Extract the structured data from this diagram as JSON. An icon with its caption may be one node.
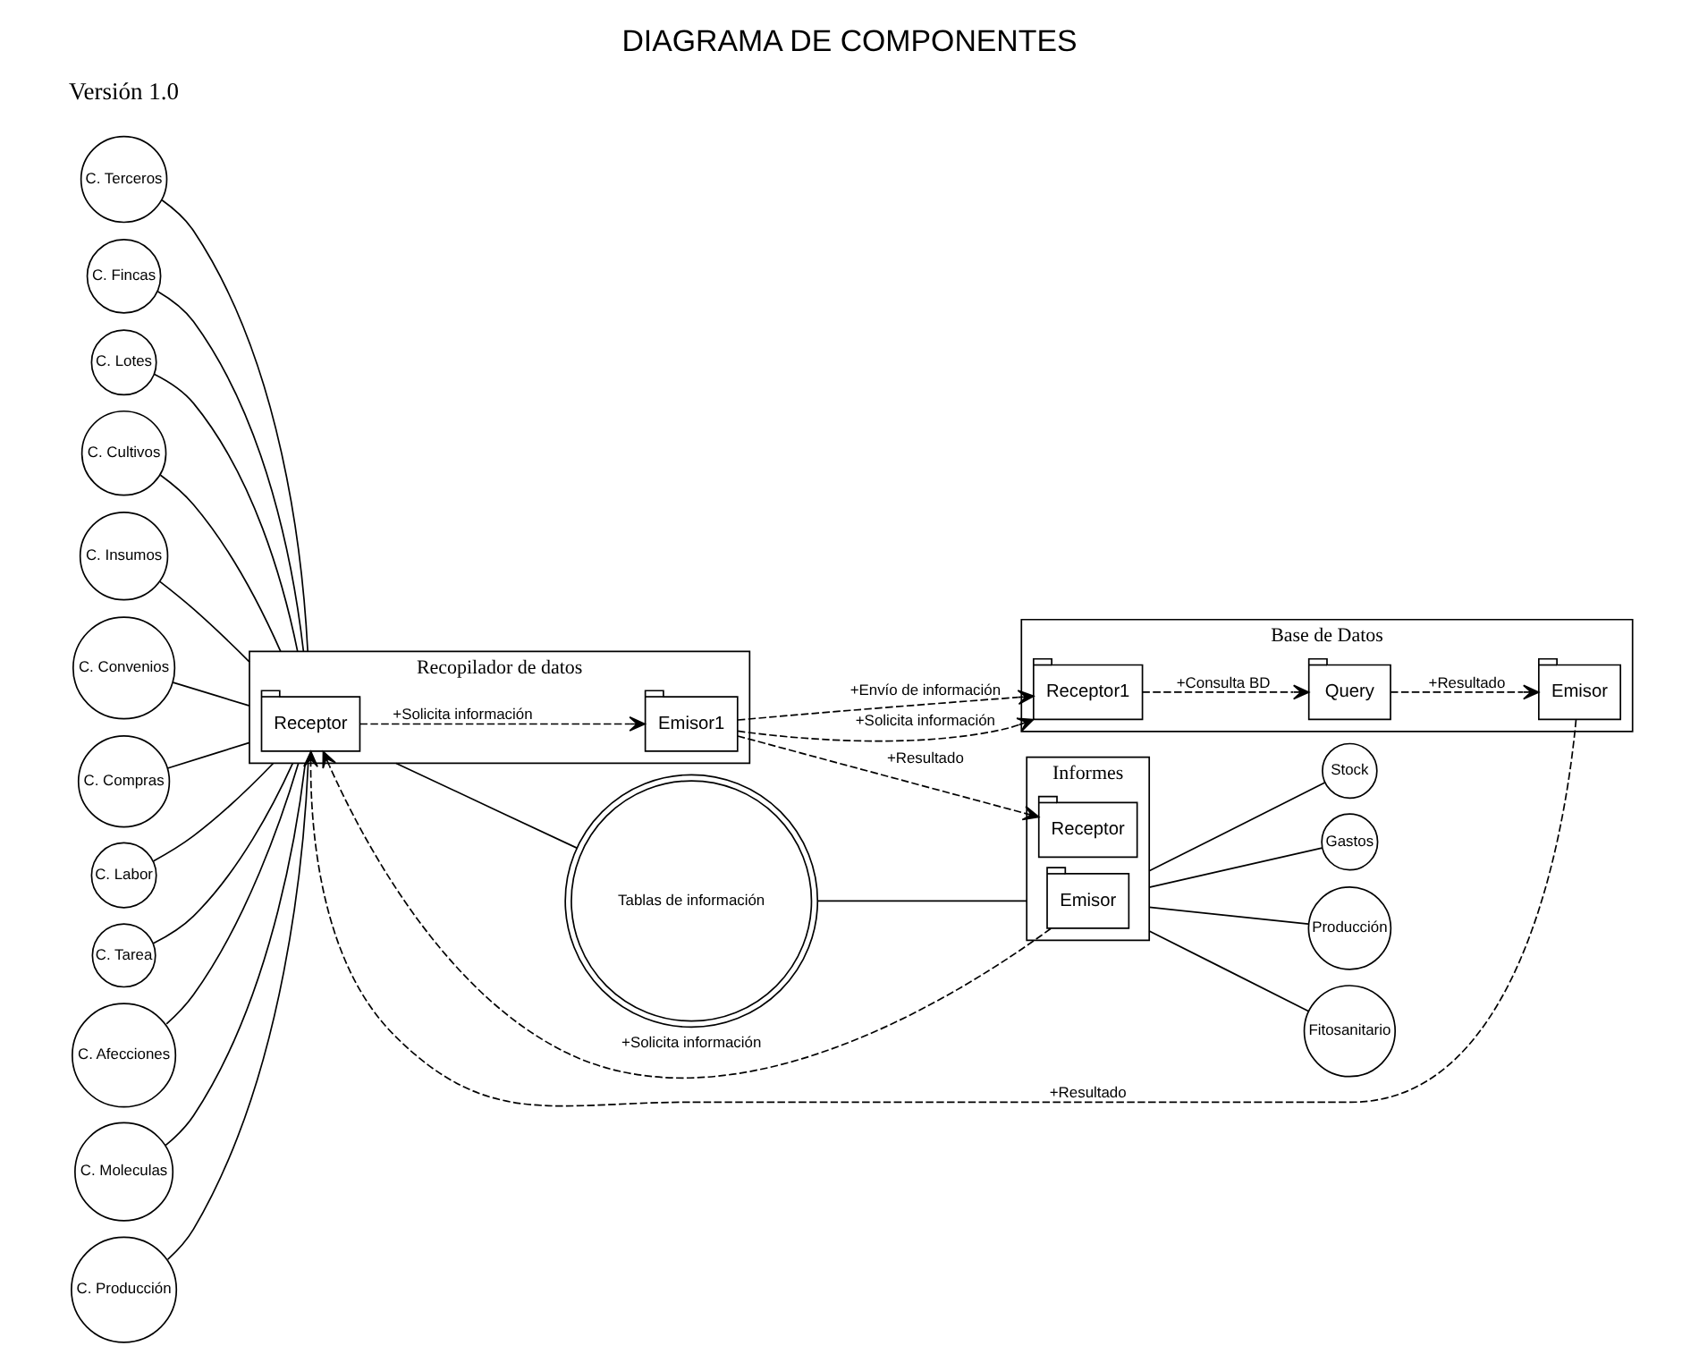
{
  "diagram": {
    "title": "DIAGRAMA DE COMPONENTES",
    "nodes": [
      {
        "text": [
          "Recopilador de datos"
        ]
      },
      {
        "text": [
          "Receptor"
        ],
        "in": 0
      },
      {
        "text": [
          "Emisor1"
        ],
        "in": 0
      },
      {
        "text": [
          "Informes"
        ]
      },
      {
        "text": [
          "Emisor"
        ],
        "in": 3
      },
      {
        "text": [
          "Receptor"
        ],
        "in": 3
      },
      {
        "text": [
          "Base de Datos"
        ]
      },
      {
        "text": [
          "Receptor1"
        ],
        "in": 6
      },
      {
        "text": [
          "Query"
        ],
        "in": 6
      },
      {
        "text": [
          "Emisor"
        ],
        "in": 6
      },
      {
        "text": [
          "Tablas de información"
        ]
      },
      {
        "text": [
          "C. Terceros"
        ]
      },
      {
        "text": [
          "C. Fincas"
        ]
      },
      {
        "text": [
          "C. Lotes"
        ]
      },
      {
        "text": [
          "C. Cultivos"
        ]
      },
      {
        "text": [
          "C. Insumos"
        ]
      },
      {
        "text": [
          "C. Convenios"
        ]
      },
      {
        "text": [
          "C. Compras"
        ]
      },
      {
        "text": [
          "C. Labor"
        ]
      },
      {
        "text": [
          "C. Tarea"
        ]
      },
      {
        "text": [
          "C. Afecciones"
        ]
      },
      {
        "text": [
          "C. Moleculas"
        ]
      },
      {
        "text": [
          "C. Producción"
        ]
      },
      {
        "text": [
          "Stock"
        ]
      },
      {
        "text": [
          "Gastos"
        ]
      },
      {
        "text": [
          "Producción"
        ]
      },
      {
        "text": [
          "Fitosanitario"
        ]
      }
    ],
    "edges": [
      {
        "from": 11,
        "to": 0,
        "arrow": "none"
      },
      {
        "from": 12,
        "to": 0,
        "arrow": "none"
      },
      {
        "from": 13,
        "to": 0,
        "arrow": "none"
      },
      {
        "from": 14,
        "to": 0,
        "arrow": "none"
      },
      {
        "from": 15,
        "to": 0,
        "arrow": "none"
      },
      {
        "from": 16,
        "to": 0,
        "arrow": "none"
      },
      {
        "from": 17,
        "to": 0,
        "arrow": "none"
      },
      {
        "from": 18,
        "to": 0,
        "arrow": "none"
      },
      {
        "from": 19,
        "to": 0,
        "arrow": "none"
      },
      {
        "from": 20,
        "to": 0,
        "arrow": "none"
      },
      {
        "from": 21,
        "to": 0,
        "arrow": "none"
      },
      {
        "from": 22,
        "to": 0,
        "arrow": "none"
      },
      {
        "from": 0,
        "to": 10,
        "arrow": "none"
      },
      {
        "from": 10,
        "to": 3,
        "arrow": "none"
      },
      {
        "from": 3,
        "to": 23,
        "arrow": "none"
      },
      {
        "from": 3,
        "to": 24,
        "arrow": "none"
      },
      {
        "from": 3,
        "to": 25,
        "arrow": "none"
      },
      {
        "from": 3,
        "to": 26,
        "arrow": "none"
      },
      {
        "from": 4,
        "to": 1,
        "arrow": "to",
        "style": "dashed",
        "label": "+Solicita información"
      },
      {
        "from": 1,
        "to": 2,
        "arrow": "to",
        "style": "dashed",
        "label": "+Solicita información"
      },
      {
        "from": 2,
        "to": 5,
        "arrow": "to",
        "style": "dashed",
        "label": "+Resultado"
      },
      {
        "from": 2,
        "to": 7,
        "arrow": "to",
        "style": "dashed",
        "label": "+Envío de información"
      },
      {
        "from": 2,
        "to": 7,
        "arrow": "to",
        "style": "dashed",
        "label": "+Solicita información"
      },
      {
        "from": 7,
        "to": 8,
        "arrow": "to",
        "style": "dashed",
        "label": "+Consulta BD"
      },
      {
        "from": 8,
        "to": 9,
        "arrow": "to",
        "style": "dashed",
        "label": "+Resultado"
      },
      {
        "from": 9,
        "to": 1,
        "arrow": "to",
        "style": "dashed",
        "label": "+Resultado"
      }
    ],
    "labels": [
      "Versión 1.0"
    ]
  }
}
